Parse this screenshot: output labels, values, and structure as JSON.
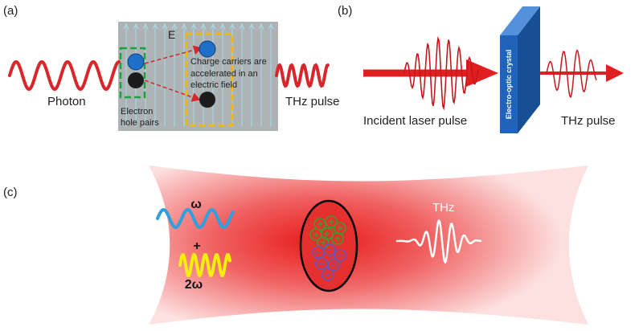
{
  "panel_a": {
    "label": "(a)",
    "field_label": "E",
    "photon_label": "Photon",
    "thz_label": "THz pulse",
    "ehp_line1": "Electron",
    "ehp_line2": "hole pairs",
    "carriers_line1": "Charge carriers are",
    "carriers_line2": "accelerated in an",
    "carriers_line3": "electric field"
  },
  "panel_b": {
    "label": "(b)",
    "crystal_label": "Electro-optic crystal",
    "incident_label": "Incident laser pulse",
    "thz_label": "THz pulse"
  },
  "panel_c": {
    "label": "(c)",
    "omega_label": "ω",
    "plus_label": "+",
    "two_omega_label": "2ω",
    "thz_label": "THz"
  },
  "colors": {
    "red": "#d9262b",
    "gray_box": "#adb2b5",
    "field_lines": "#a8dce8",
    "green_dash": "#19a33c",
    "yellow_dash": "#f5b800",
    "blue_dot": "#1f6fc8",
    "crystal": "#1f64b8",
    "omega_wave": "#2f9fe0",
    "two_omega_wave": "#f4ee10"
  }
}
